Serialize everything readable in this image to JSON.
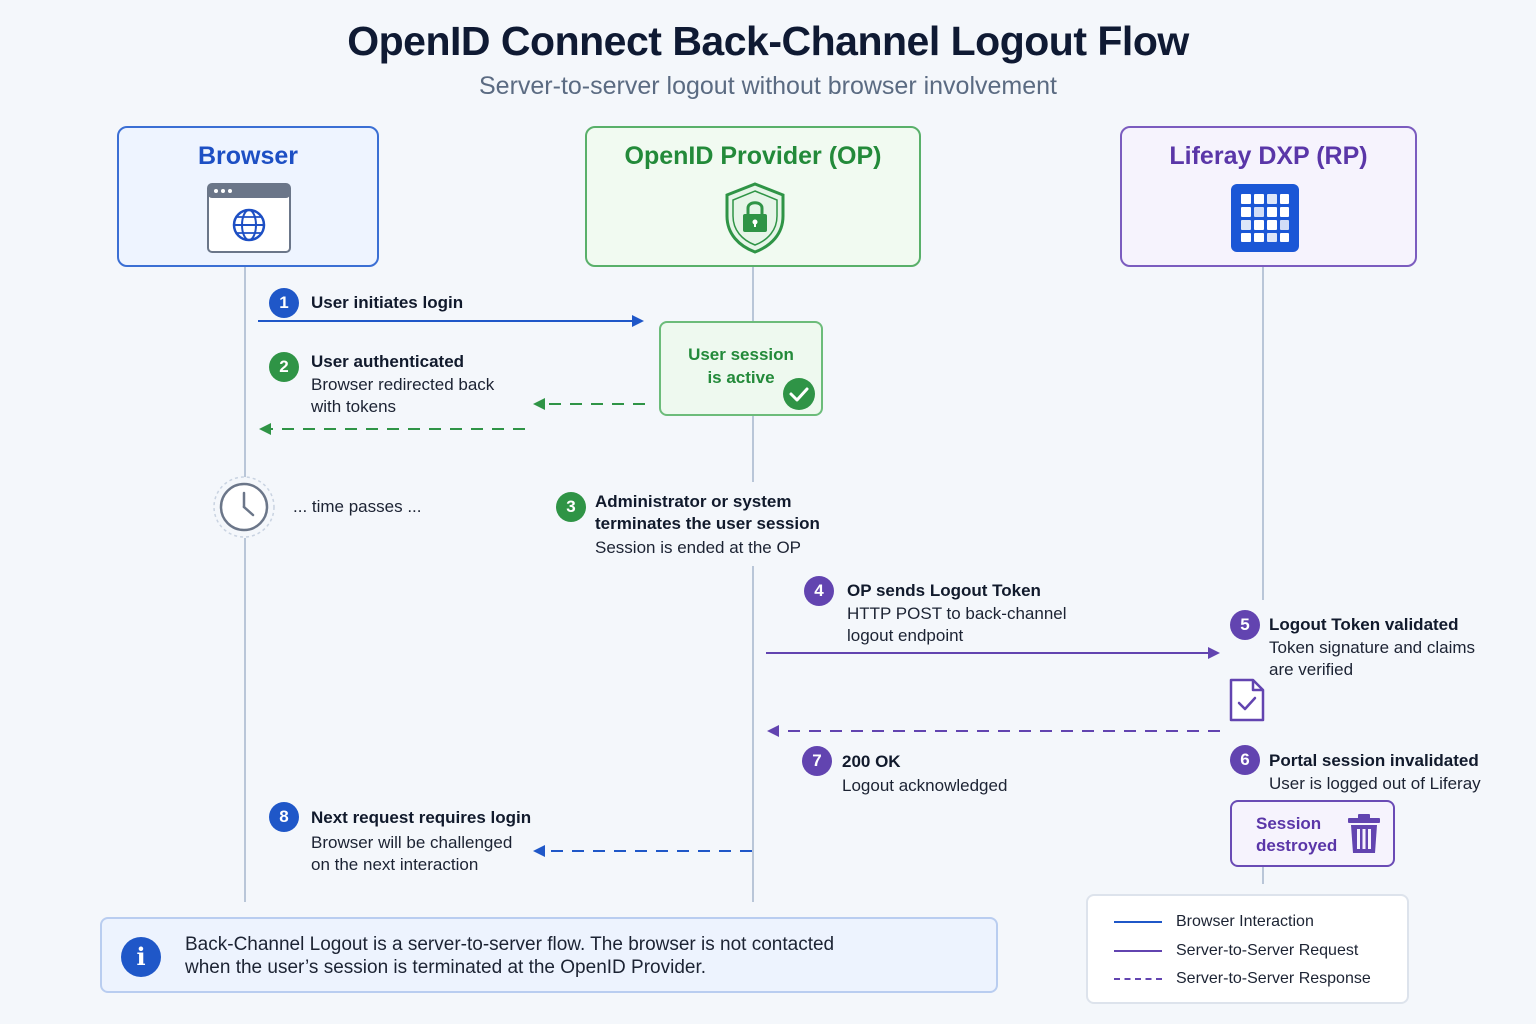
{
  "title": "OpenID Connect Back-Channel Logout Flow",
  "subtitle": "Server-to-server logout without browser involvement",
  "actors": {
    "browser": "Browser",
    "op": "OpenID Provider (OP)",
    "rp": "Liferay DXP (RP)"
  },
  "steps": [
    {
      "num": "1",
      "title": "User initiates login"
    },
    {
      "num": "2",
      "title": "User authenticated",
      "desc1": "Browser redirected back",
      "desc2": "with tokens"
    },
    {
      "num": "3",
      "title": "Administrator or system",
      "title2": "terminates the user session",
      "desc1": "Session is ended at the OP"
    },
    {
      "num": "4",
      "title": "OP sends Logout Token",
      "desc1": "HTTP POST to back-channel",
      "desc2": "logout endpoint"
    },
    {
      "num": "5",
      "title": "Logout Token validated",
      "desc1": "Token signature and claims",
      "desc2": "are verified"
    },
    {
      "num": "6",
      "title": "Portal session invalidated",
      "desc1": "User is logged out of Liferay"
    },
    {
      "num": "7",
      "title": "200 OK",
      "desc1": "Logout acknowledged"
    },
    {
      "num": "8",
      "title": "Next request requires login",
      "desc1": "Browser will be challenged",
      "desc2": "on the next interaction"
    }
  ],
  "session_box": {
    "line1": "User session",
    "line2": "is active"
  },
  "time_passes": "... time passes ...",
  "destroyed_box": {
    "line1": "Session",
    "line2": "destroyed"
  },
  "info": {
    "line1": "Back-Channel Logout is a server-to-server flow. The browser is not contacted",
    "line2": "when the user’s session is terminated at the OpenID Provider."
  },
  "legend": {
    "browser": "Browser Interaction",
    "request": "Server-to-Server Request",
    "response": "Server-to-Server Response"
  },
  "colors": {
    "browser": "#1f57c8",
    "op": "#2f9446",
    "rp": "#6244b0",
    "lifeline": "#b9c6d8"
  },
  "icons": {
    "browser": "browser-window-globe-icon",
    "op": "shield-lock-icon",
    "rp": "app-grid-icon",
    "session": "check-circle-icon",
    "time": "clock-icon",
    "token": "document-check-icon",
    "destroyed": "trash-icon",
    "info": "info-icon"
  }
}
